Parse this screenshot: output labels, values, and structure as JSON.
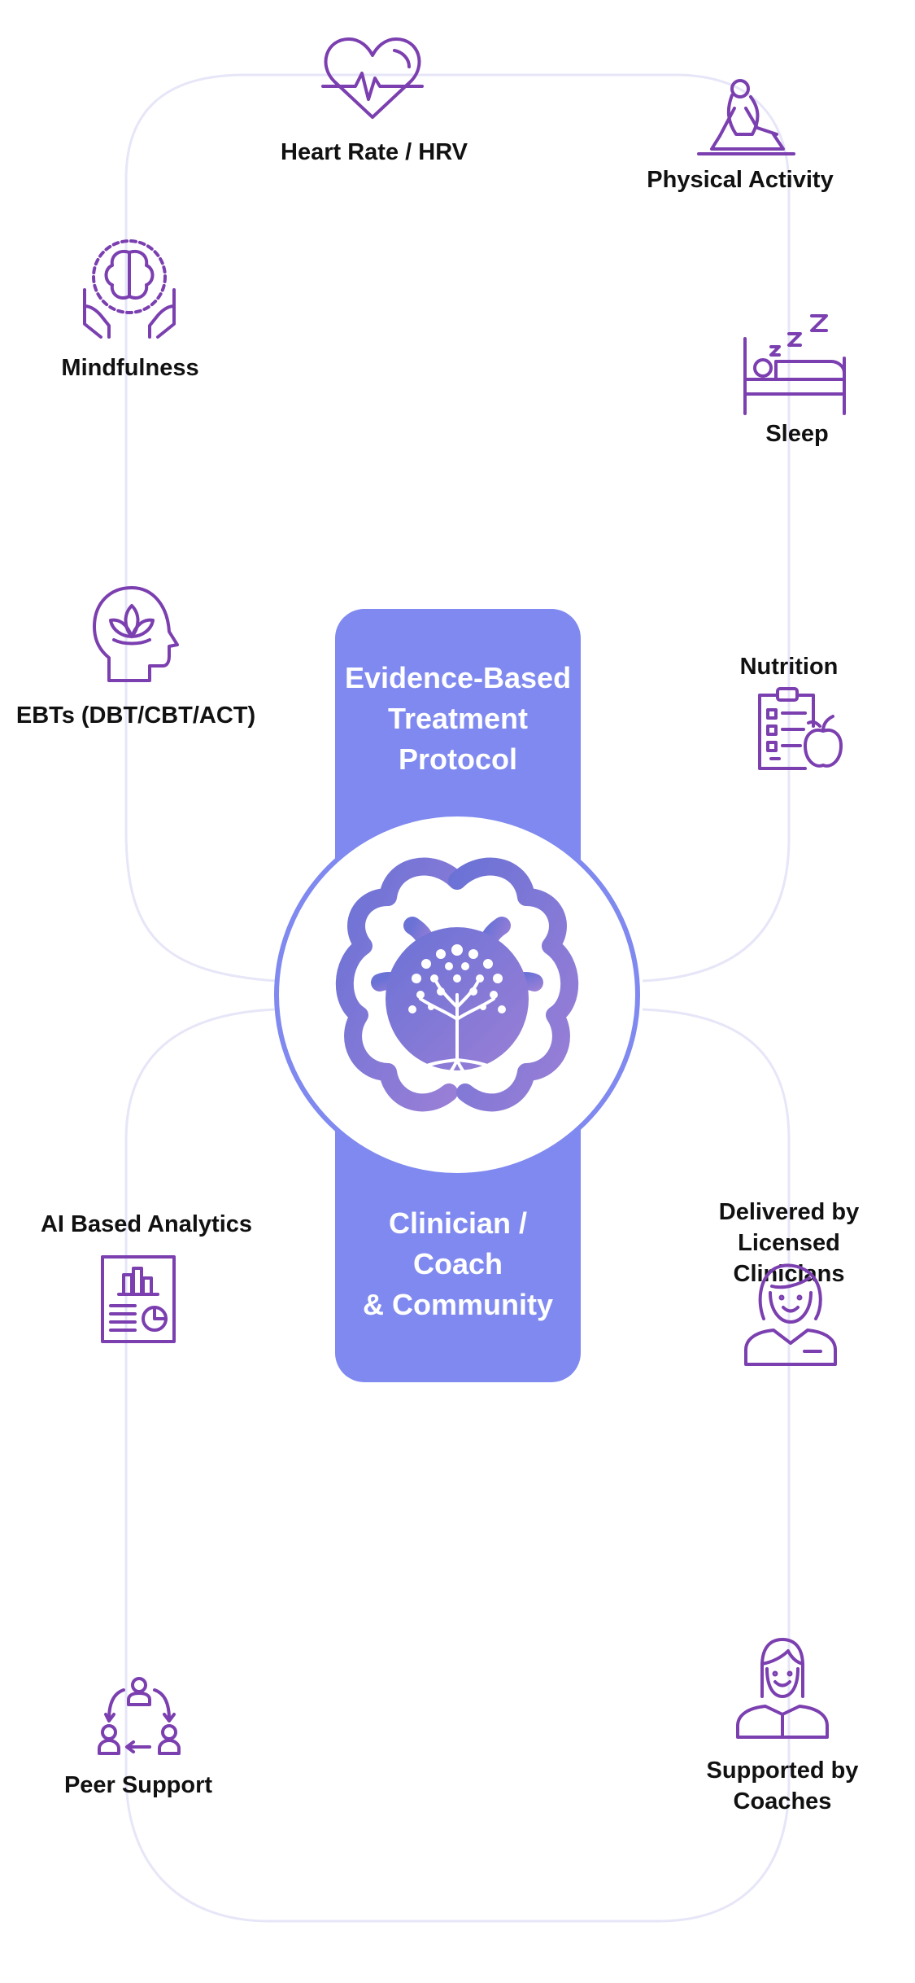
{
  "center": {
    "top_text": [
      "Evidence-Based",
      "Treatment",
      "Protocol"
    ],
    "bottom_text": [
      "Clinician /",
      "Coach",
      "& Community"
    ],
    "logo_icon": "brain-tree-icon"
  },
  "nodes": [
    {
      "id": "heart-rate",
      "label": "Heart Rate / HRV",
      "icon": "heart-pulse-icon"
    },
    {
      "id": "physical-activity",
      "label": "Physical Activity",
      "icon": "yoga-icon"
    },
    {
      "id": "mindfulness",
      "label": "Mindfulness",
      "icon": "brain-hands-icon"
    },
    {
      "id": "sleep",
      "label": "Sleep",
      "icon": "bed-sleep-icon"
    },
    {
      "id": "ebts",
      "label": "EBTs (DBT/CBT/ACT)",
      "icon": "lotus-head-icon"
    },
    {
      "id": "nutrition",
      "label": "Nutrition",
      "icon": "clipboard-apple-icon"
    },
    {
      "id": "ai-analytics",
      "label": "AI Based Analytics",
      "icon": "report-chart-icon"
    },
    {
      "id": "clinicians",
      "label_lines": [
        "Delivered by",
        "Licensed Clinicians"
      ],
      "icon": "clinician-icon"
    },
    {
      "id": "peer-support",
      "label": "Peer Support",
      "icon": "peer-cycle-icon"
    },
    {
      "id": "coaches",
      "label_lines": [
        "Supported by",
        "Coaches"
      ],
      "icon": "coach-icon"
    }
  ],
  "colors": {
    "pillar": "#7f89ef",
    "ring": "#7f89ef",
    "icon_stroke": "#7b3fb0",
    "connector": "#e6e6f8",
    "brain_gradient": [
      "#6b72d6",
      "#9a7fd6"
    ]
  }
}
